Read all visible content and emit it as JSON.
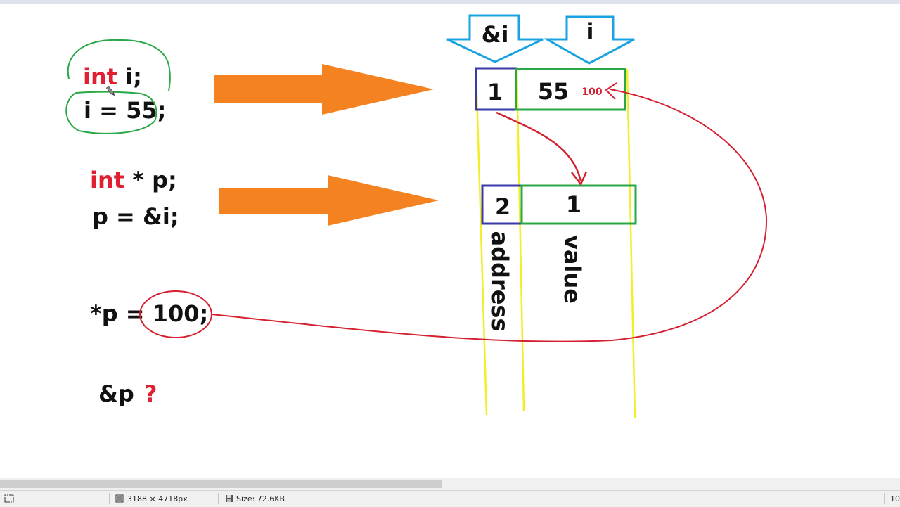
{
  "code": {
    "line1_kw": "int",
    "line1_rest": " i;",
    "line2": "i = 55;",
    "line3_kw": "int",
    "line3_rest": " * p;",
    "line4": "p = &i;",
    "line5_pre": "*p = ",
    "line5_val": "100;",
    "line6": "&p",
    "line6_q": "?"
  },
  "diagram": {
    "arrow_addr_label": "&i",
    "arrow_var_label": "i",
    "mem1_address": "1",
    "mem1_value": "55",
    "mem1_new_value": "100",
    "mem2_address": "2",
    "mem2_value": "1",
    "col_address_label": "address",
    "col_value_label": "value"
  },
  "status_bar": {
    "dimensions": "3188 × 4718px",
    "size": "Size: 72.6KB",
    "zoom": "10"
  },
  "colors": {
    "keyword_red": "#e02030",
    "orange_arrow": "#f58220",
    "blue_arrow": "#1aa3e0",
    "address_box": "#3a3aaa",
    "value_box": "#2aa845",
    "guide_yellow": "#f2ee2a",
    "link_red": "#d42030",
    "circle_green": "#2aa845"
  }
}
